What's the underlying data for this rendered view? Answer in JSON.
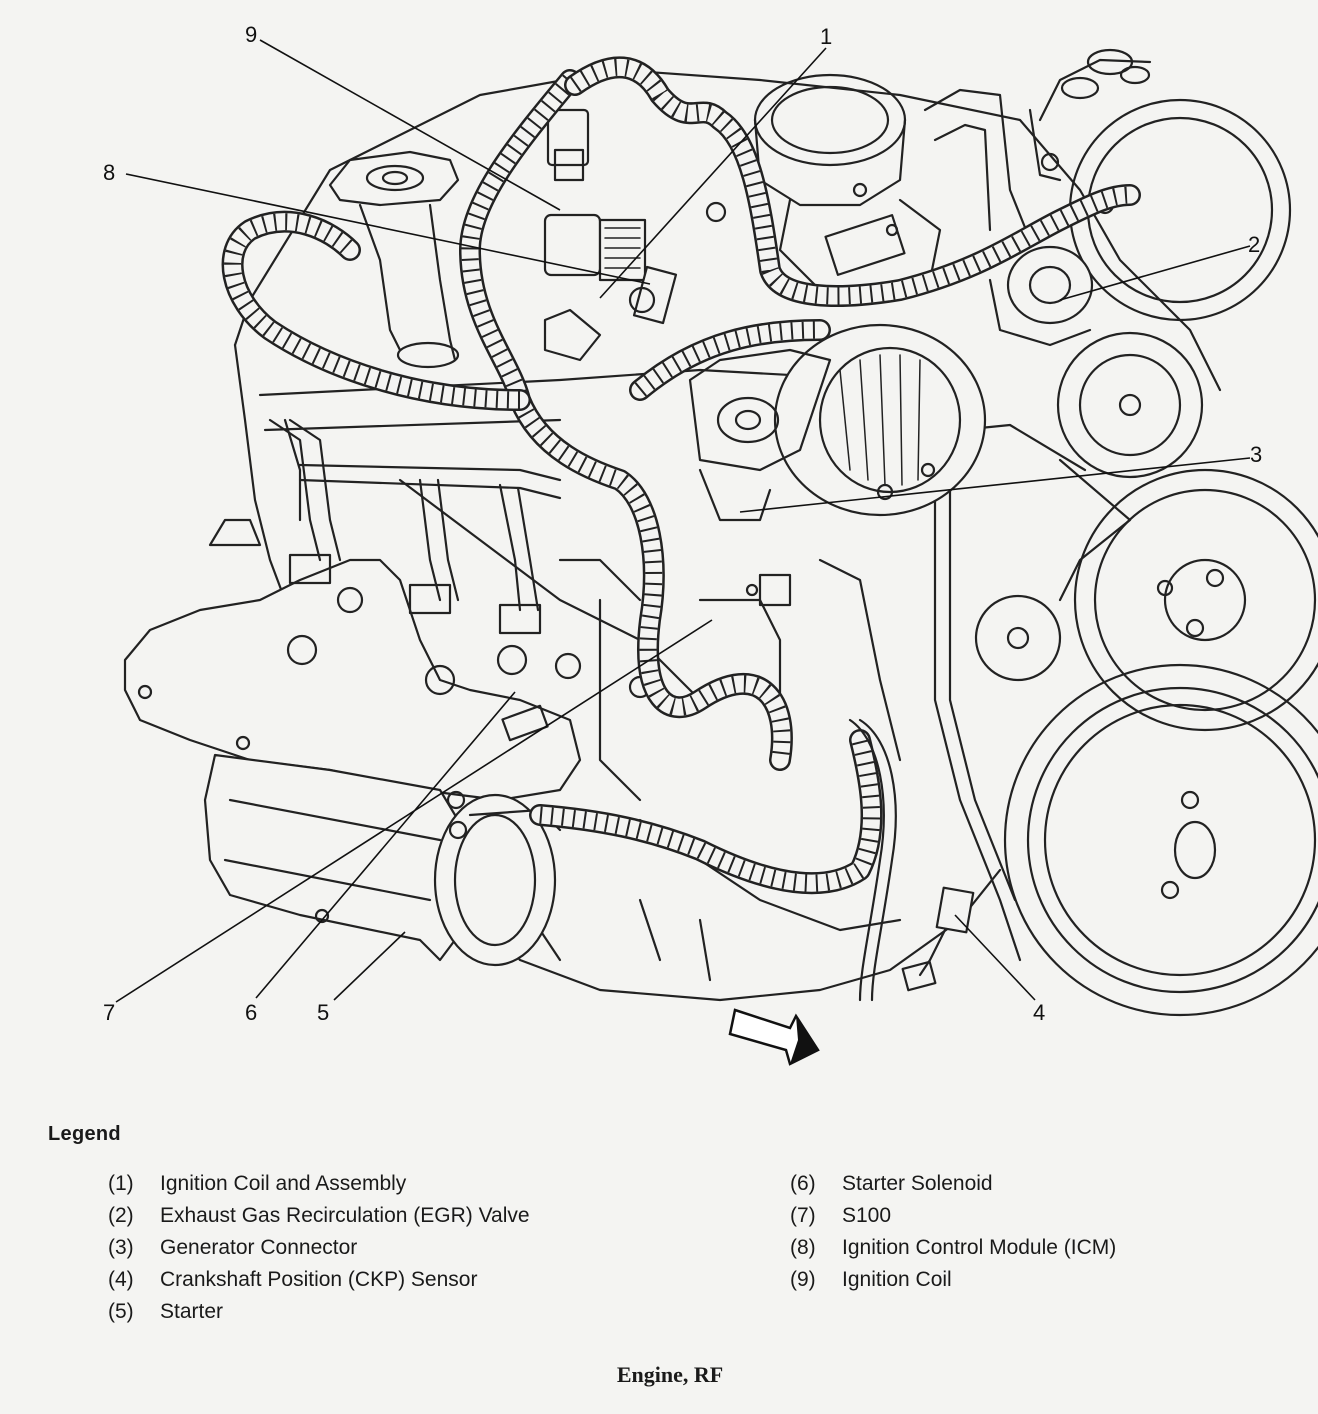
{
  "callouts": {
    "c1": "1",
    "c2": "2",
    "c3": "3",
    "c4": "4",
    "c5": "5",
    "c6": "6",
    "c7": "7",
    "c8": "8",
    "c9": "9"
  },
  "legend": {
    "title": "Legend",
    "items": [
      {
        "num": "(1)",
        "label": "Ignition Coil and Assembly"
      },
      {
        "num": "(2)",
        "label": "Exhaust Gas Recirculation (EGR) Valve"
      },
      {
        "num": "(3)",
        "label": "Generator Connector"
      },
      {
        "num": "(4)",
        "label": "Crankshaft Position (CKP) Sensor"
      },
      {
        "num": "(5)",
        "label": "Starter"
      },
      {
        "num": "(6)",
        "label": "Starter Solenoid"
      },
      {
        "num": "(7)",
        "label": "S100"
      },
      {
        "num": "(8)",
        "label": "Ignition Control Module (ICM)"
      },
      {
        "num": "(9)",
        "label": "Ignition Coil"
      }
    ]
  },
  "caption": "Engine, RF",
  "colors": {
    "ink": "#222222",
    "paper": "#f4f4f2"
  }
}
